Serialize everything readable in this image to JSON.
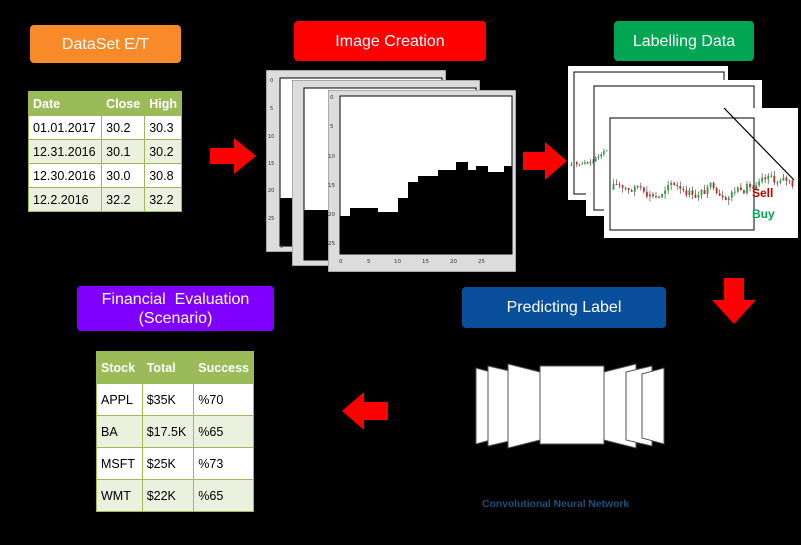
{
  "labels": {
    "dataset": "DataSet E/T",
    "image_creation": "Image Creation",
    "labelling": "Labelling Data",
    "predicting": "Predicting Label",
    "financial_line1": "Financial  Evaluation",
    "financial_line2": "(Scenario)"
  },
  "colors": {
    "dataset": "#f98a2a",
    "image_creation": "#ff0000",
    "labelling": "#00a651",
    "predicting": "#0a4f9c",
    "financial": "#8000ff",
    "arrow": "#ff0000",
    "table_header": "#9bbb59",
    "table_alt_row": "#ebf1de"
  },
  "dataset_table": {
    "headers": [
      "Date",
      "Close",
      "High"
    ],
    "rows": [
      [
        "01.01.2017",
        "30.2",
        "30.3"
      ],
      [
        "12.31.2016",
        "30.1",
        "30.2"
      ],
      [
        "12.30.2016",
        "30.0",
        "30.8"
      ],
      [
        "12.2.2016",
        "32.2",
        "32.2"
      ]
    ]
  },
  "evaluation_table": {
    "headers": [
      "Stock",
      "Total",
      "Success"
    ],
    "rows": [
      [
        "APPL",
        "$35K",
        "%70"
      ],
      [
        "BA",
        "$17.5K",
        "%65"
      ],
      [
        "MSFT",
        "$25K",
        "%73"
      ],
      [
        "WMT",
        "$22K",
        "%65"
      ]
    ]
  },
  "image_plot": {
    "y_ticks": [
      "0",
      "5",
      "10",
      "15",
      "20",
      "25"
    ],
    "x_ticks": [
      "0",
      "5",
      "10",
      "15",
      "20",
      "25"
    ]
  },
  "signals": {
    "sell": "Sell",
    "buy": "Buy",
    "sell_color": "#c00000",
    "buy_color": "#00a651"
  },
  "cnn_caption": "Convolutional Neural Network"
}
